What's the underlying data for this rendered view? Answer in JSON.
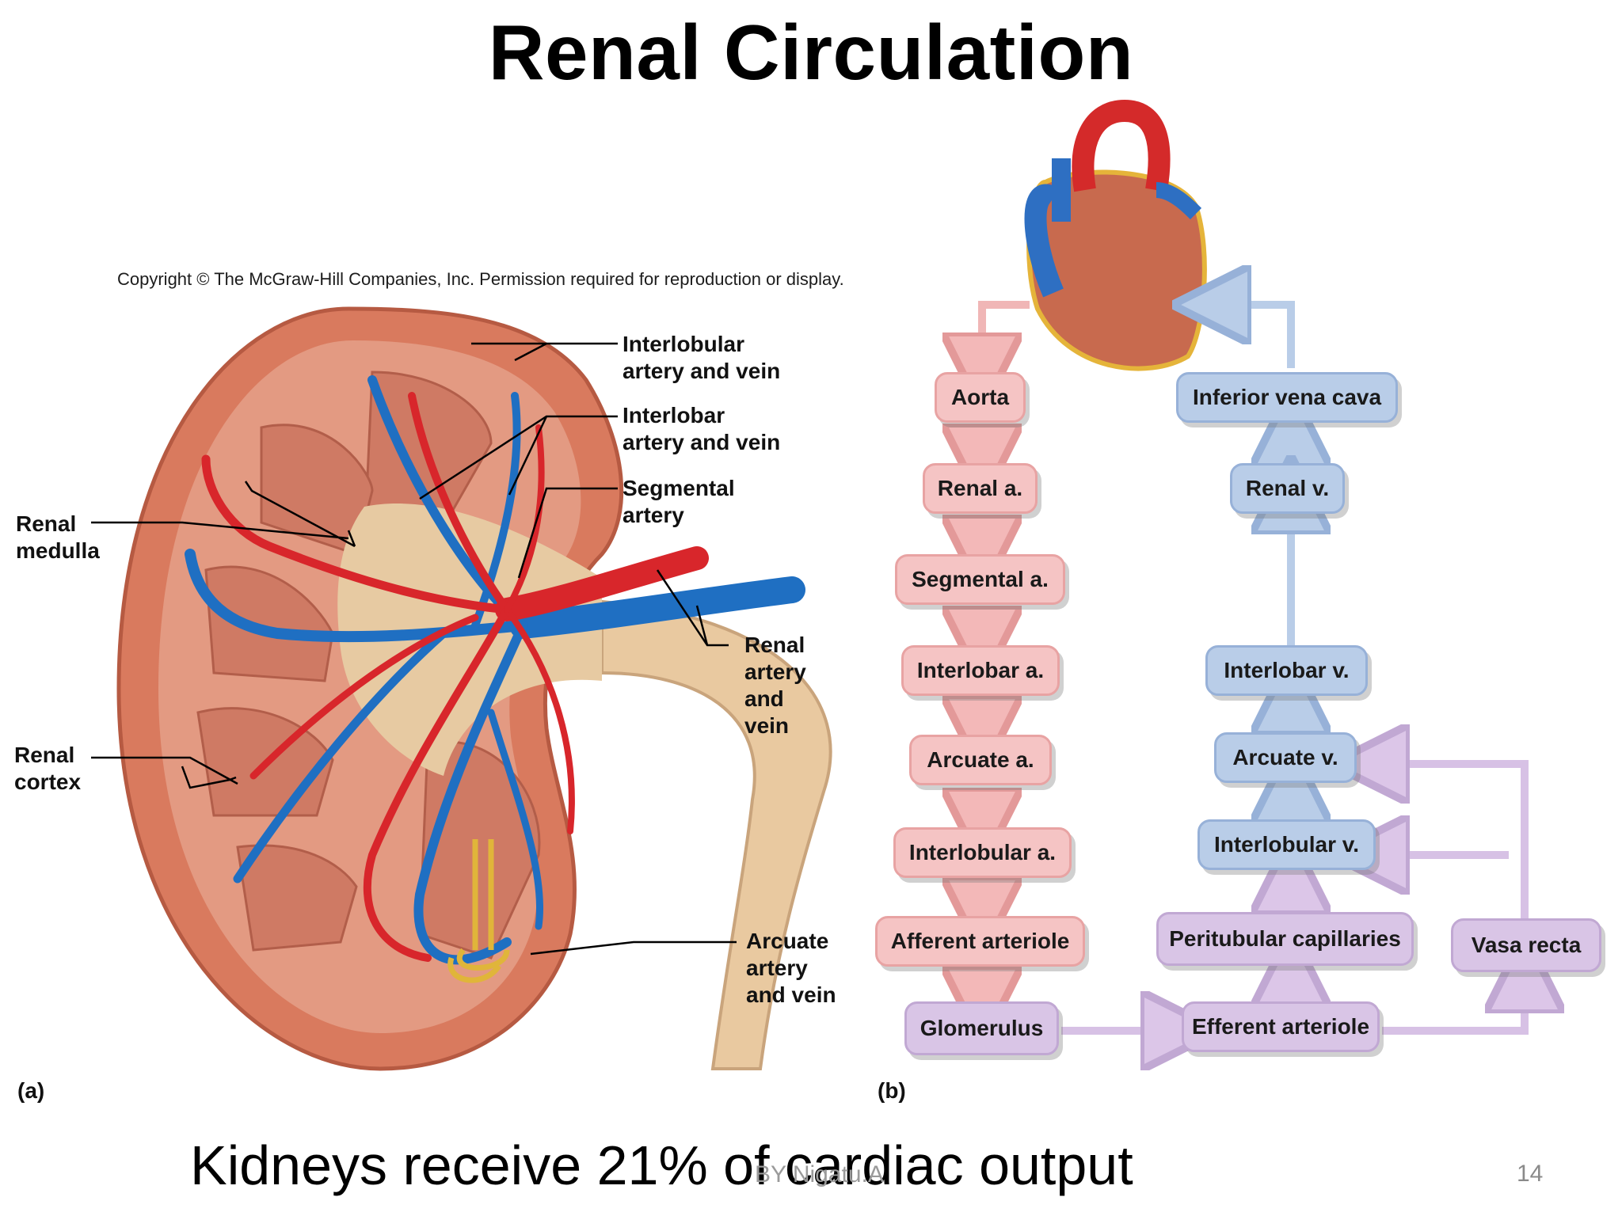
{
  "title": "Renal Circulation",
  "copyright": "Copyright © The McGraw-Hill Companies, Inc. Permission required for reproduction or display.",
  "panel_a": {
    "label": "(a)",
    "labels": {
      "interlobular": "Interlobular\nartery and vein",
      "interlobar": "Interlobar\nartery and vein",
      "segmental": "Segmental\nartery",
      "renal_medulla": "Renal\nmedulla",
      "renal_artery_vein": "Renal\nartery\nand\nvein",
      "renal_cortex": "Renal\ncortex",
      "arcuate": "Arcuate\nartery\nand vein"
    }
  },
  "panel_b": {
    "label": "(b)",
    "arterial": [
      "Aorta",
      "Renal a.",
      "Segmental a.",
      "Interlobar a.",
      "Arcuate a.",
      "Interlobular a.",
      "Afferent arteriole"
    ],
    "venous": [
      "Inferior vena cava",
      "Renal v.",
      "Interlobar v.",
      "Arcuate v.",
      "Interlobular v."
    ],
    "capillary": [
      "Glomerulus",
      "Efferent arteriole",
      "Peritubular capillaries",
      "Vasa recta"
    ]
  },
  "caption": "Kidneys receive 21% of cardiac output",
  "author": "BY Nigatu.A",
  "page_number": "14",
  "colors": {
    "arterial_fill": "#f5c4c4",
    "venous_fill": "#b9cde8",
    "capillary_fill": "#d9c5e6",
    "artery_red": "#d8262b",
    "vein_blue": "#1f6fc2"
  }
}
